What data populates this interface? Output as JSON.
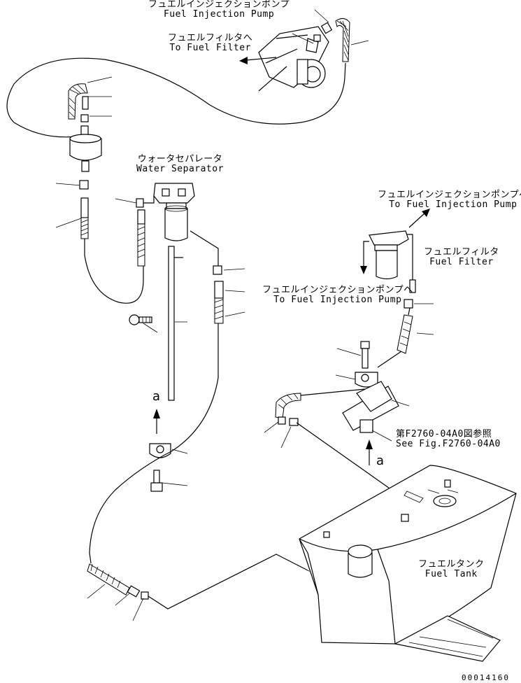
{
  "labels": {
    "pump_top": {
      "jp": "フュエルインジェクションポンプ",
      "en": "Fuel Injection Pump"
    },
    "filter_top": {
      "jp": "フュエルフィルタへ",
      "en": "To Fuel Filter"
    },
    "water_sep": {
      "jp": "ウォータセパレータ",
      "en": "Water Separator"
    },
    "pump_right": {
      "jp": "フュエルインジェクションポンプへ",
      "en": "To Fuel Injection Pump"
    },
    "fuel_filter": {
      "jp": "フュエルフィルタ",
      "en": "Fuel Filter"
    },
    "pump_mid": {
      "jp": "フュエルインジェクションポンプへ",
      "en": "To Fuel Injection Pump"
    },
    "see_fig": {
      "jp": "第F2760-04A0図参照",
      "en": "See Fig.F2760-04A0"
    },
    "fuel_tank": {
      "jp": "フュエルタンク",
      "en": "Fuel Tank"
    }
  },
  "marks": {
    "a_left": "a",
    "a_right": "a"
  },
  "drawing_number": "00014160"
}
